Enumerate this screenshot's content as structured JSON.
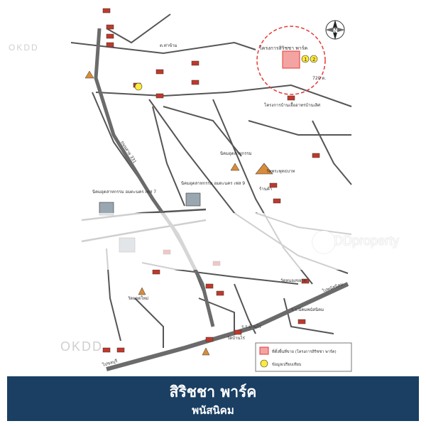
{
  "watermark": {
    "brand": "OKDD",
    "ddproperty": "DDproperty"
  },
  "map": {
    "compass": "N",
    "project_label": "โครงการสิริชชา พาร์ค",
    "highlight_numbers": [
      "1",
      "2"
    ],
    "road_label_1": "720 ต.",
    "places": {
      "p1": "โครงการบ้านเอื้ออาทรบ้านเลิศ",
      "p2": "วัดพระพุทธบาท",
      "p3": "ร้านค้า",
      "p4": "นิคมอุตสาหกรรม",
      "p5": "นิคมอุตสาหกรรม อมตะนคร เฟส 9",
      "p6": "นิคมอุตสาหกรรม อมตะนคร เฟส 7",
      "p7": "ร.ร.นิคมพนัสนิคม",
      "p8": "วัดหนองขยาด",
      "p9": "ร.ร.บ้านไร่",
      "p10": "วัดบ้านไร่",
      "p11": "วัดยอดใหม่",
      "p12": "ถนนสาย 331",
      "p13": "ไปชลบุรี",
      "p14": "ไปพนัสนิคม",
      "p15": "ต.ท่าข้าม"
    },
    "legend": {
      "item1": "ที่ตั้งพื้นที่ขาย (โครงการสิริชชา พาร์ค)",
      "item2": "ข้อมูลเปรียบเทียบ"
    }
  },
  "banner": {
    "title": "สิริชชา พาร์ค",
    "subtitle": "พนัสนิคม"
  }
}
